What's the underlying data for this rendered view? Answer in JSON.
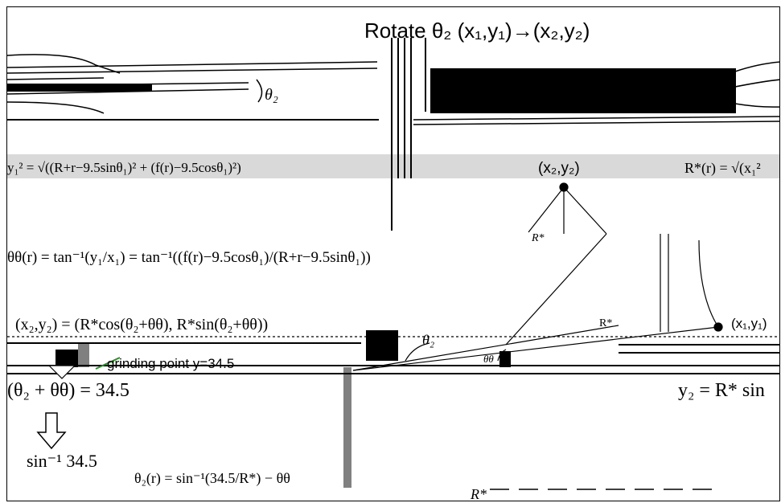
{
  "header": {
    "rotate_title": "Rotate  θ₂ (x₁,y₁)→(x₂,y₂)"
  },
  "labels": {
    "theta2_top": "θ₂",
    "point_x2y2": "(x₂,y₂)",
    "point_x1y1": "(x₁,y₁)",
    "theta2_mid": "θ₂",
    "theta_theta": "θθ",
    "r_star_top": "R*",
    "r_star_bottom": "R*",
    "grinding_point": "grinding point y=34.5",
    "r_star_mid": "R*"
  },
  "equations": {
    "eq_r_star_top": "y₁² = √((R+r−9.5sinθ₁)² + (f(r)−9.5cosθ₁)²)",
    "eq_r_star_right": "R*(r) = √(x₁²",
    "eq_theta": "θθ(r) = tan⁻¹(y₁/x₁) = tan⁻¹((f(r)−9.5cosθ₁)/(R+r−9.5sinθ₁))",
    "eq_rotation": "(x₂,y₂) = (R*cos(θ₂+θθ), R*sin(θ₂+θθ))",
    "eq_condition": "(θ₂ + θθ) = 34.5",
    "eq_y2": "y₂ = R* sin",
    "eq_solution_left": "sin⁻¹ 34.5",
    "eq_solution": "θ₂(r) = sin⁻¹(34.5/R*) − θθ"
  },
  "colors": {
    "ink": "#000000",
    "gray_band": "#d9d9d9",
    "mid_gray": "#808080",
    "green": "#2e8b2e"
  }
}
